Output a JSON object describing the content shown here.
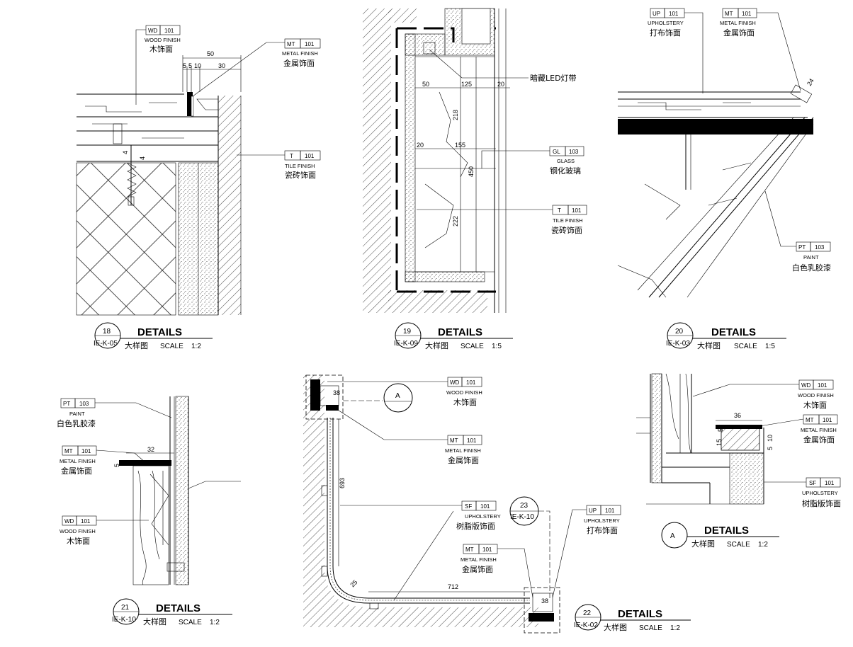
{
  "details": [
    {
      "id": "18",
      "num": "18",
      "ref": "IE-K-05",
      "title": "DETAILS",
      "sub": "大样图",
      "scale_label": "SCALE",
      "scale": "1:2"
    },
    {
      "id": "19",
      "num": "19",
      "ref": "IE-K-09",
      "title": "DETAILS",
      "sub": "大样图",
      "scale_label": "SCALE",
      "scale": "1:5"
    },
    {
      "id": "20",
      "num": "20",
      "ref": "IE-K-03",
      "title": "DETAILS",
      "sub": "大样图",
      "scale_label": "SCALE",
      "scale": "1:5"
    },
    {
      "id": "21",
      "num": "21",
      "ref": "IE-K-10",
      "title": "DETAILS",
      "sub": "大样图",
      "scale_label": "SCALE",
      "scale": "1:2"
    },
    {
      "id": "22",
      "num": "22",
      "ref": "IE-K-02",
      "title": "DETAILS",
      "sub": "大样图",
      "scale_label": "SCALE",
      "scale": "1:2"
    },
    {
      "id": "A",
      "num": "A",
      "ref": "",
      "title": "DETAILS",
      "sub": "大样图",
      "scale_label": "SCALE",
      "scale": "1:2"
    }
  ],
  "tags": {
    "wd": {
      "code": "WD",
      "num": "101",
      "en": "WOOD FINISH",
      "cn": "木饰面"
    },
    "mt": {
      "code": "MT",
      "num": "101",
      "en": "METAL FINISH",
      "cn": "金属饰面"
    },
    "t": {
      "code": "T",
      "num": "101",
      "en": "TILE FINISH",
      "cn": "瓷砖饰面"
    },
    "gl": {
      "code": "GL",
      "num": "103",
      "en": "GLASS",
      "cn": "钢化玻璃"
    },
    "up": {
      "code": "UP",
      "num": "101",
      "en": "UPHOLSTERY",
      "cn": "打布饰面"
    },
    "pt": {
      "code": "PT",
      "num": "103",
      "en": "PAINT",
      "cn": "白色乳胶漆"
    },
    "sf": {
      "code": "SF",
      "num": "101",
      "en": "UPHOLSTERY",
      "cn": "树脂版饰面"
    }
  },
  "led_label": "暗藏LED灯带",
  "section_marks": {
    "a": "A",
    "ref23": "23",
    "ref23_sheet": "IE-K-10"
  },
  "dims": {
    "d18": [
      "50",
      "5",
      "5",
      "10",
      "30",
      "4",
      "4"
    ],
    "d19": [
      "50",
      "125",
      "20",
      "218",
      "20",
      "155",
      "450",
      "222"
    ],
    "d20": [
      "24"
    ],
    "d21": [
      "32",
      "5"
    ],
    "d22": [
      "38",
      "693",
      "25",
      "712",
      "38"
    ],
    "dA": [
      "36",
      "15",
      "5",
      "10",
      "5"
    ]
  }
}
